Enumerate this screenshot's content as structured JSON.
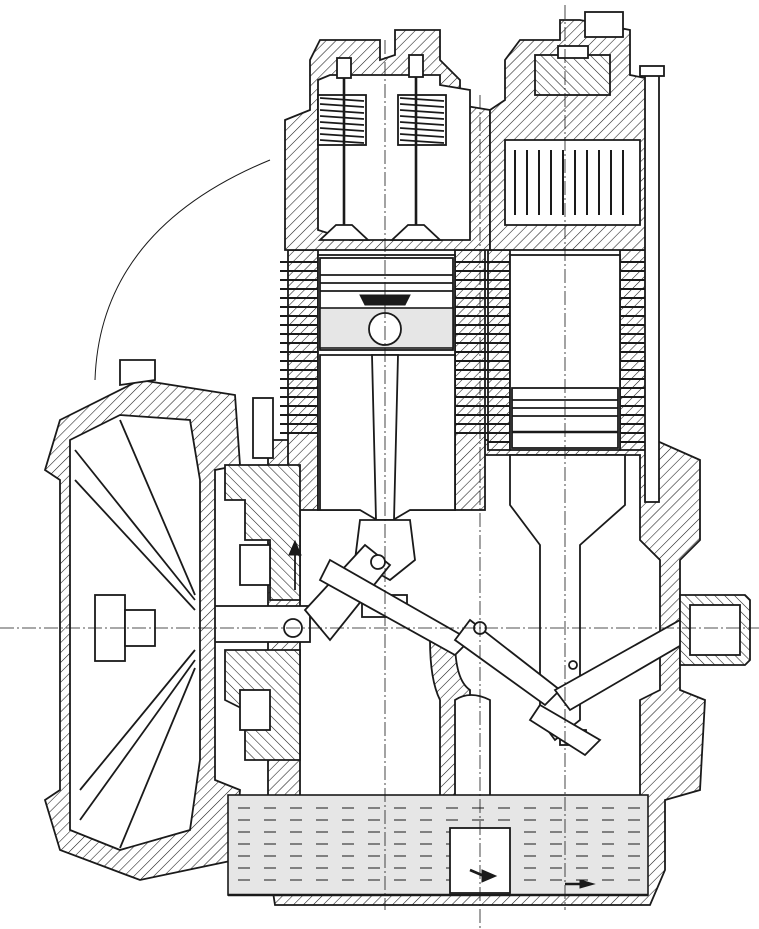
{
  "drawing": {
    "kind": "engineering cross-section drawing",
    "components": [
      {
        "id": "cooling-fan",
        "icon": "fan-impeller-icon"
      },
      {
        "id": "cylinder-head-left",
        "icon": "cylinder-head-icon"
      },
      {
        "id": "cylinder-head-right",
        "icon": "cylinder-head-icon"
      },
      {
        "id": "intake-valve",
        "icon": "poppet-valve-icon"
      },
      {
        "id": "exhaust-valve",
        "icon": "poppet-valve-icon"
      },
      {
        "id": "piston-left",
        "icon": "piston-icon"
      },
      {
        "id": "piston-right",
        "icon": "piston-icon"
      },
      {
        "id": "connecting-rod",
        "icon": "connecting-rod-icon"
      },
      {
        "id": "crankshaft",
        "icon": "crankshaft-icon"
      },
      {
        "id": "oil-sump",
        "icon": "oil-sump-icon"
      },
      {
        "id": "oil-flow-arrows",
        "icon": "arrow-right-icon"
      }
    ],
    "colors": {
      "ink": "#1a1a1a",
      "paper": "#ffffff",
      "oil": "#e6e6e6"
    }
  }
}
